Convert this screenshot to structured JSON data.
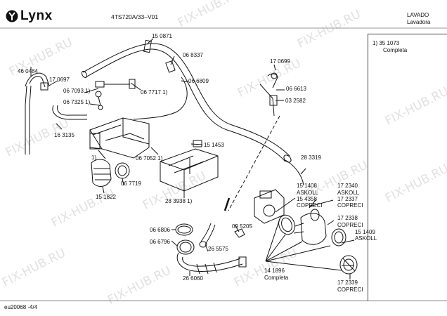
{
  "header": {
    "brand": "Lynx",
    "model": "4TS720A/33–V01",
    "category": "LAVADO",
    "subcategory": "Lavadora"
  },
  "legend": {
    "note_number": "1)  35 1073",
    "note_text": "Completa"
  },
  "footer": {
    "code": "eu20068  -4/4"
  },
  "watermark": {
    "text": "FIX-HUB.RU"
  },
  "part_labels": {
    "p150871": "15 0871",
    "p068337": "06 8337",
    "p460484": "46 0484",
    "p170697": "17 0697",
    "p067093": "06 7093 1)",
    "p067717": "06 7717 1)",
    "p067325": "06 7325 1)",
    "p066809": "06 6809",
    "p170699": "17 0699",
    "p066613": "06 6613",
    "p032582": "03 2582",
    "p163135": "16 3135",
    "p151453": "15 1453",
    "p067052": "06 7052 1)",
    "p283319": "28 3319",
    "p1": "1)",
    "p067719": "06 7719",
    "p151822": "15 1822",
    "p283938": "28 3938 1)",
    "p151408": "15 1408",
    "askoll1": "ASKOLL",
    "p154358": "15 4358",
    "copreci1": "COPRECI",
    "p172340": "17 2340",
    "askoll2": "ASKOLL",
    "p172337": "17 2337",
    "copreci2": "COPRECI",
    "p172338": "17 2338",
    "copreci3": "COPRECI",
    "p151409": "15 1409",
    "askoll3": "ASKOLL",
    "p066806": "06 6806",
    "p066796": "06 6796",
    "p095205": "09 5205",
    "p265575": "26 5575",
    "p266060": "26 6060",
    "p141896": "14 1896",
    "completa": "Completa",
    "p172339": "17 2339",
    "copreci4": "COPRECI"
  }
}
